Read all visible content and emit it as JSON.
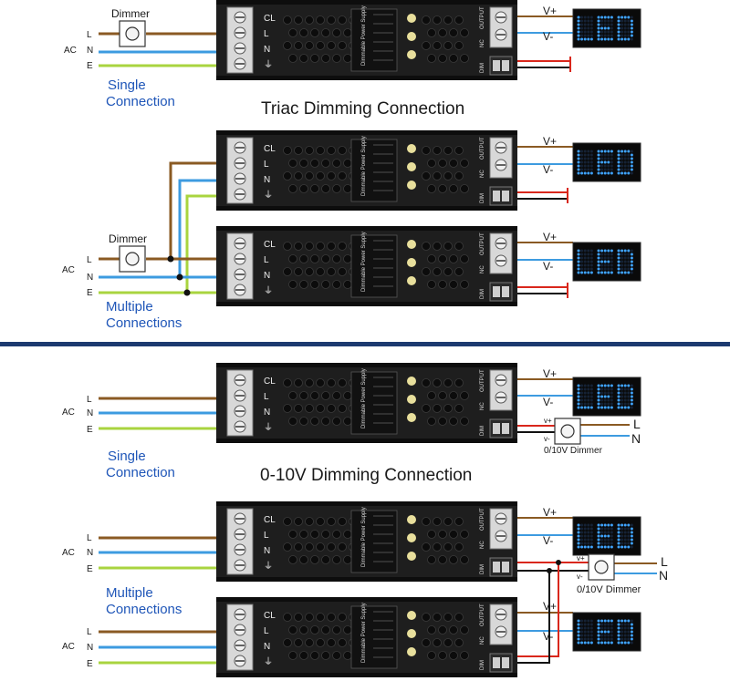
{
  "colors": {
    "live": "#8a5a23",
    "neutral": "#3d9be0",
    "earth": "#a9d43f",
    "positive": "#d9271c",
    "negative": "#111111",
    "divider": "#1c3a70",
    "label_blue": "#1f56b8",
    "psu_body": "#1e1e1e",
    "led_dots": "#3fa3ff"
  },
  "sections": {
    "triac": {
      "title": "Triac Dimming Connection"
    },
    "zero_ten": {
      "title": "0-10V Dimming Connection"
    }
  },
  "labels": {
    "ac": "AC",
    "l": "L",
    "n": "N",
    "e": "E",
    "vplus": "V+",
    "vminus": "V-",
    "dimmer": "Dimmer",
    "dimmer_010": "0/10V Dimmer",
    "single_1": "Single",
    "single_2": "Connection",
    "multiple_1": "Multiple",
    "multiple_2": "Connections",
    "led": "LED",
    "psu_terminals": [
      "CL",
      "L",
      "N",
      "⏚"
    ],
    "psu_output": "OUTPUT",
    "psu_nc": "NC",
    "psu_v": "V+ V-",
    "psu_dim": "DIM",
    "psu_brand": "Dimmable Power Supply",
    "dim_vplus": "v+",
    "dim_vminus": "v-"
  },
  "icons": {
    "dimmer_knob": "dimmer-knob-icon",
    "earth": "earth-ground-icon",
    "led_panel": "led-matrix-icon"
  }
}
